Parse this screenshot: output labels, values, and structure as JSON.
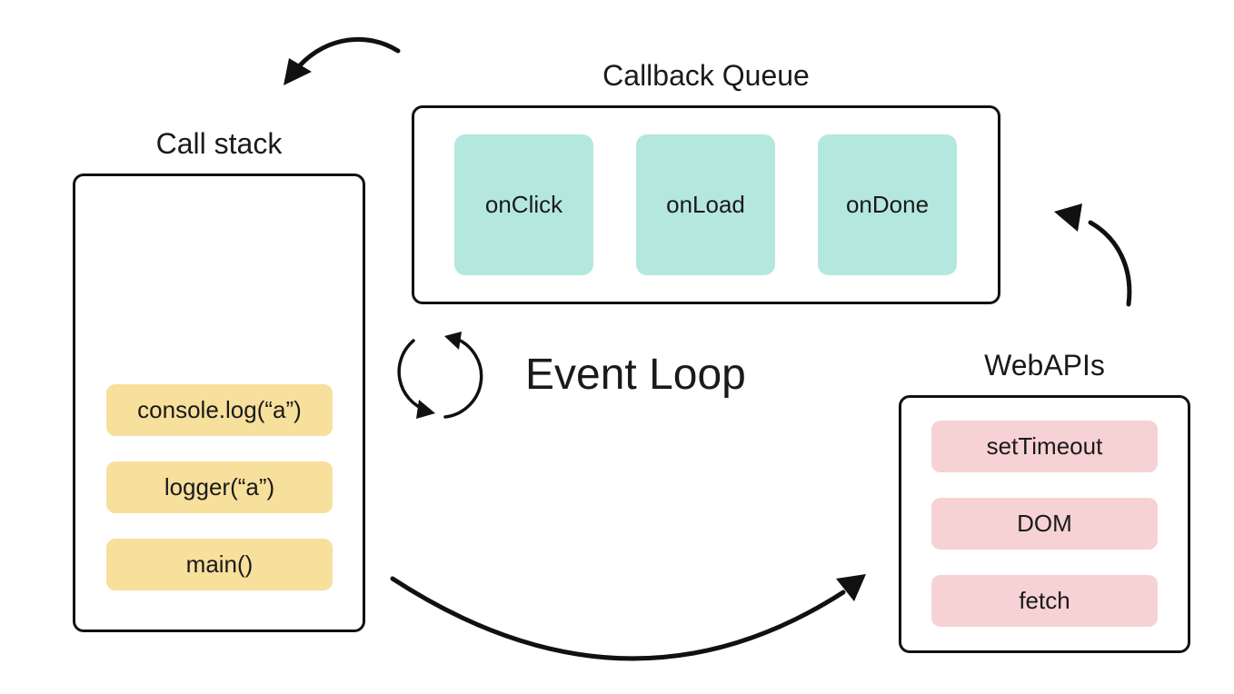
{
  "call_stack": {
    "title": "Call stack",
    "frames": [
      "console.log(“a”)",
      "logger(“a”)",
      "main()"
    ]
  },
  "callback_queue": {
    "title": "Callback Queue",
    "items": [
      "onClick",
      "onLoad",
      "onDone"
    ]
  },
  "web_apis": {
    "title": "WebAPIs",
    "items": [
      "setTimeout",
      "DOM",
      "fetch"
    ]
  },
  "event_loop": {
    "label": "Event Loop"
  },
  "colors": {
    "stack_frame": "#f7df9c",
    "queue_item": "#b4e8de",
    "api_item": "#f6d2d4",
    "border": "#111111"
  }
}
